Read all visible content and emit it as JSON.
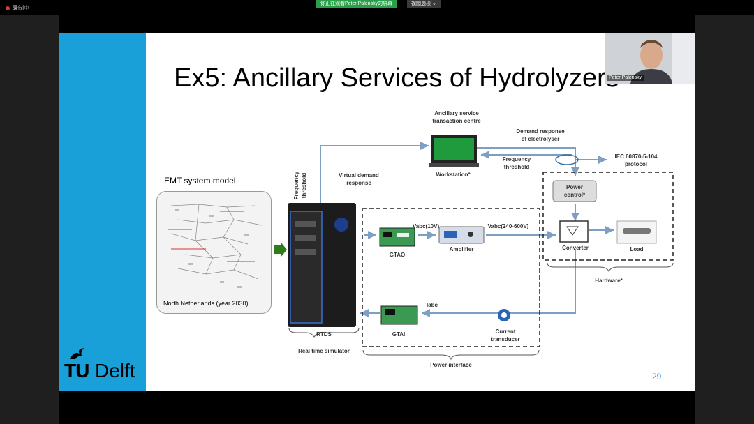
{
  "meeting": {
    "recording_label": "录制中",
    "viewing_label": "你正在观看Peter Palensky的屏幕",
    "view_options_label": "视图选项",
    "participant_name": "Peter Palensky"
  },
  "slide": {
    "title": "Ex5: Ancillary Services of Hydrolyzers",
    "page_number": "29",
    "logo_tu": "TU",
    "logo_delft": "Delft",
    "emt_title": "EMT system model",
    "emt_caption": "North Netherlands (year 2030)",
    "labels": {
      "ancillary_service": "Ancillary service\ntransaction centre",
      "workstation": "Workstation*",
      "demand_response": "Demand response\nof electrolyser",
      "frequency_threshold_right": "Frequency\nthreshold",
      "iec": "IEC 60870-5-104\nprotocol",
      "power_control": "Power\ncontrol*",
      "frequency_threshold_left": "Frequency\nthreshold",
      "virtual_demand": "Virtual demand\nresponse",
      "vabc_10": "Vabc(10V)",
      "vabc_240": "Vabc(240-600V)",
      "gtao": "GTAO",
      "amplifier": "Amplifier",
      "converter": "Converter",
      "load": "Load",
      "hardware": "Hardware*",
      "iabc": "Iabc",
      "gtai": "GTAI",
      "current_transducer": "Current\ntransducer",
      "rtds": "RTDS",
      "real_time_simulator": "Real time simulator",
      "power_interface": "Power interface"
    }
  },
  "colors": {
    "accent": "#1aa0d8",
    "arrow": "#7d9fc4",
    "green_arrow": "#2e7d1a"
  }
}
